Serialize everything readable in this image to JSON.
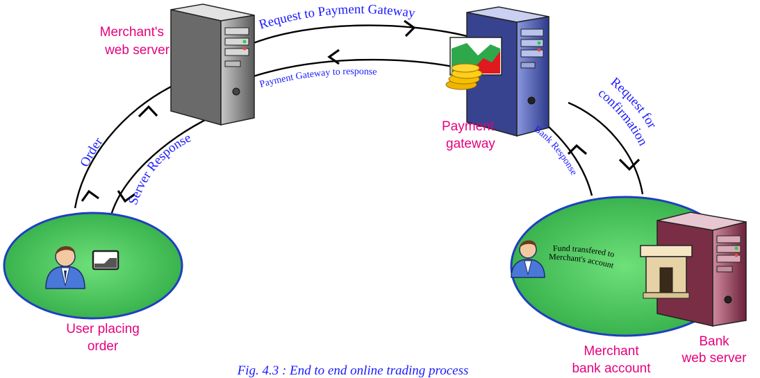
{
  "nodes": {
    "merchant_server": {
      "label_line1": "Merchant's",
      "label_line2": "web server"
    },
    "payment_gateway": {
      "label_line1": "Payment",
      "label_line2": "gateway"
    },
    "user": {
      "label_line1": "User placing",
      "label_line2": "order"
    },
    "merchant_bank": {
      "label_line1": "Merchant",
      "label_line2": "bank account"
    },
    "bank_server": {
      "label_line1": "Bank",
      "label_line2": "web server"
    }
  },
  "flows": {
    "order": "Order",
    "server_response": "Server Response",
    "request_gateway": "Request to Payment Gateway",
    "gateway_response": "Payment Gateway to response",
    "request_confirmation": "Request for confirmation",
    "request_confirmation_line1": "Request for",
    "request_confirmation_line2": "confirmation",
    "bank_response": "Bank Response",
    "fund_transfer_line1": "Fund transfered to",
    "fund_transfer_line2": "Merchant's account"
  },
  "caption": "Fig. 4.3 : End to end online trading process",
  "colors": {
    "label": "#e6007e",
    "flow_text": "#1a1aff",
    "ellipse": "#3fbf4f",
    "ellipse_border": "#1f3fbf",
    "merchant_server": "#8c8c8c",
    "gateway_server": "#4a5ab0",
    "bank_server": "#a04a62"
  },
  "icons": [
    "server-icon",
    "user-icon",
    "card-icon",
    "chart-icon",
    "coins-icon",
    "bank-building-icon"
  ]
}
